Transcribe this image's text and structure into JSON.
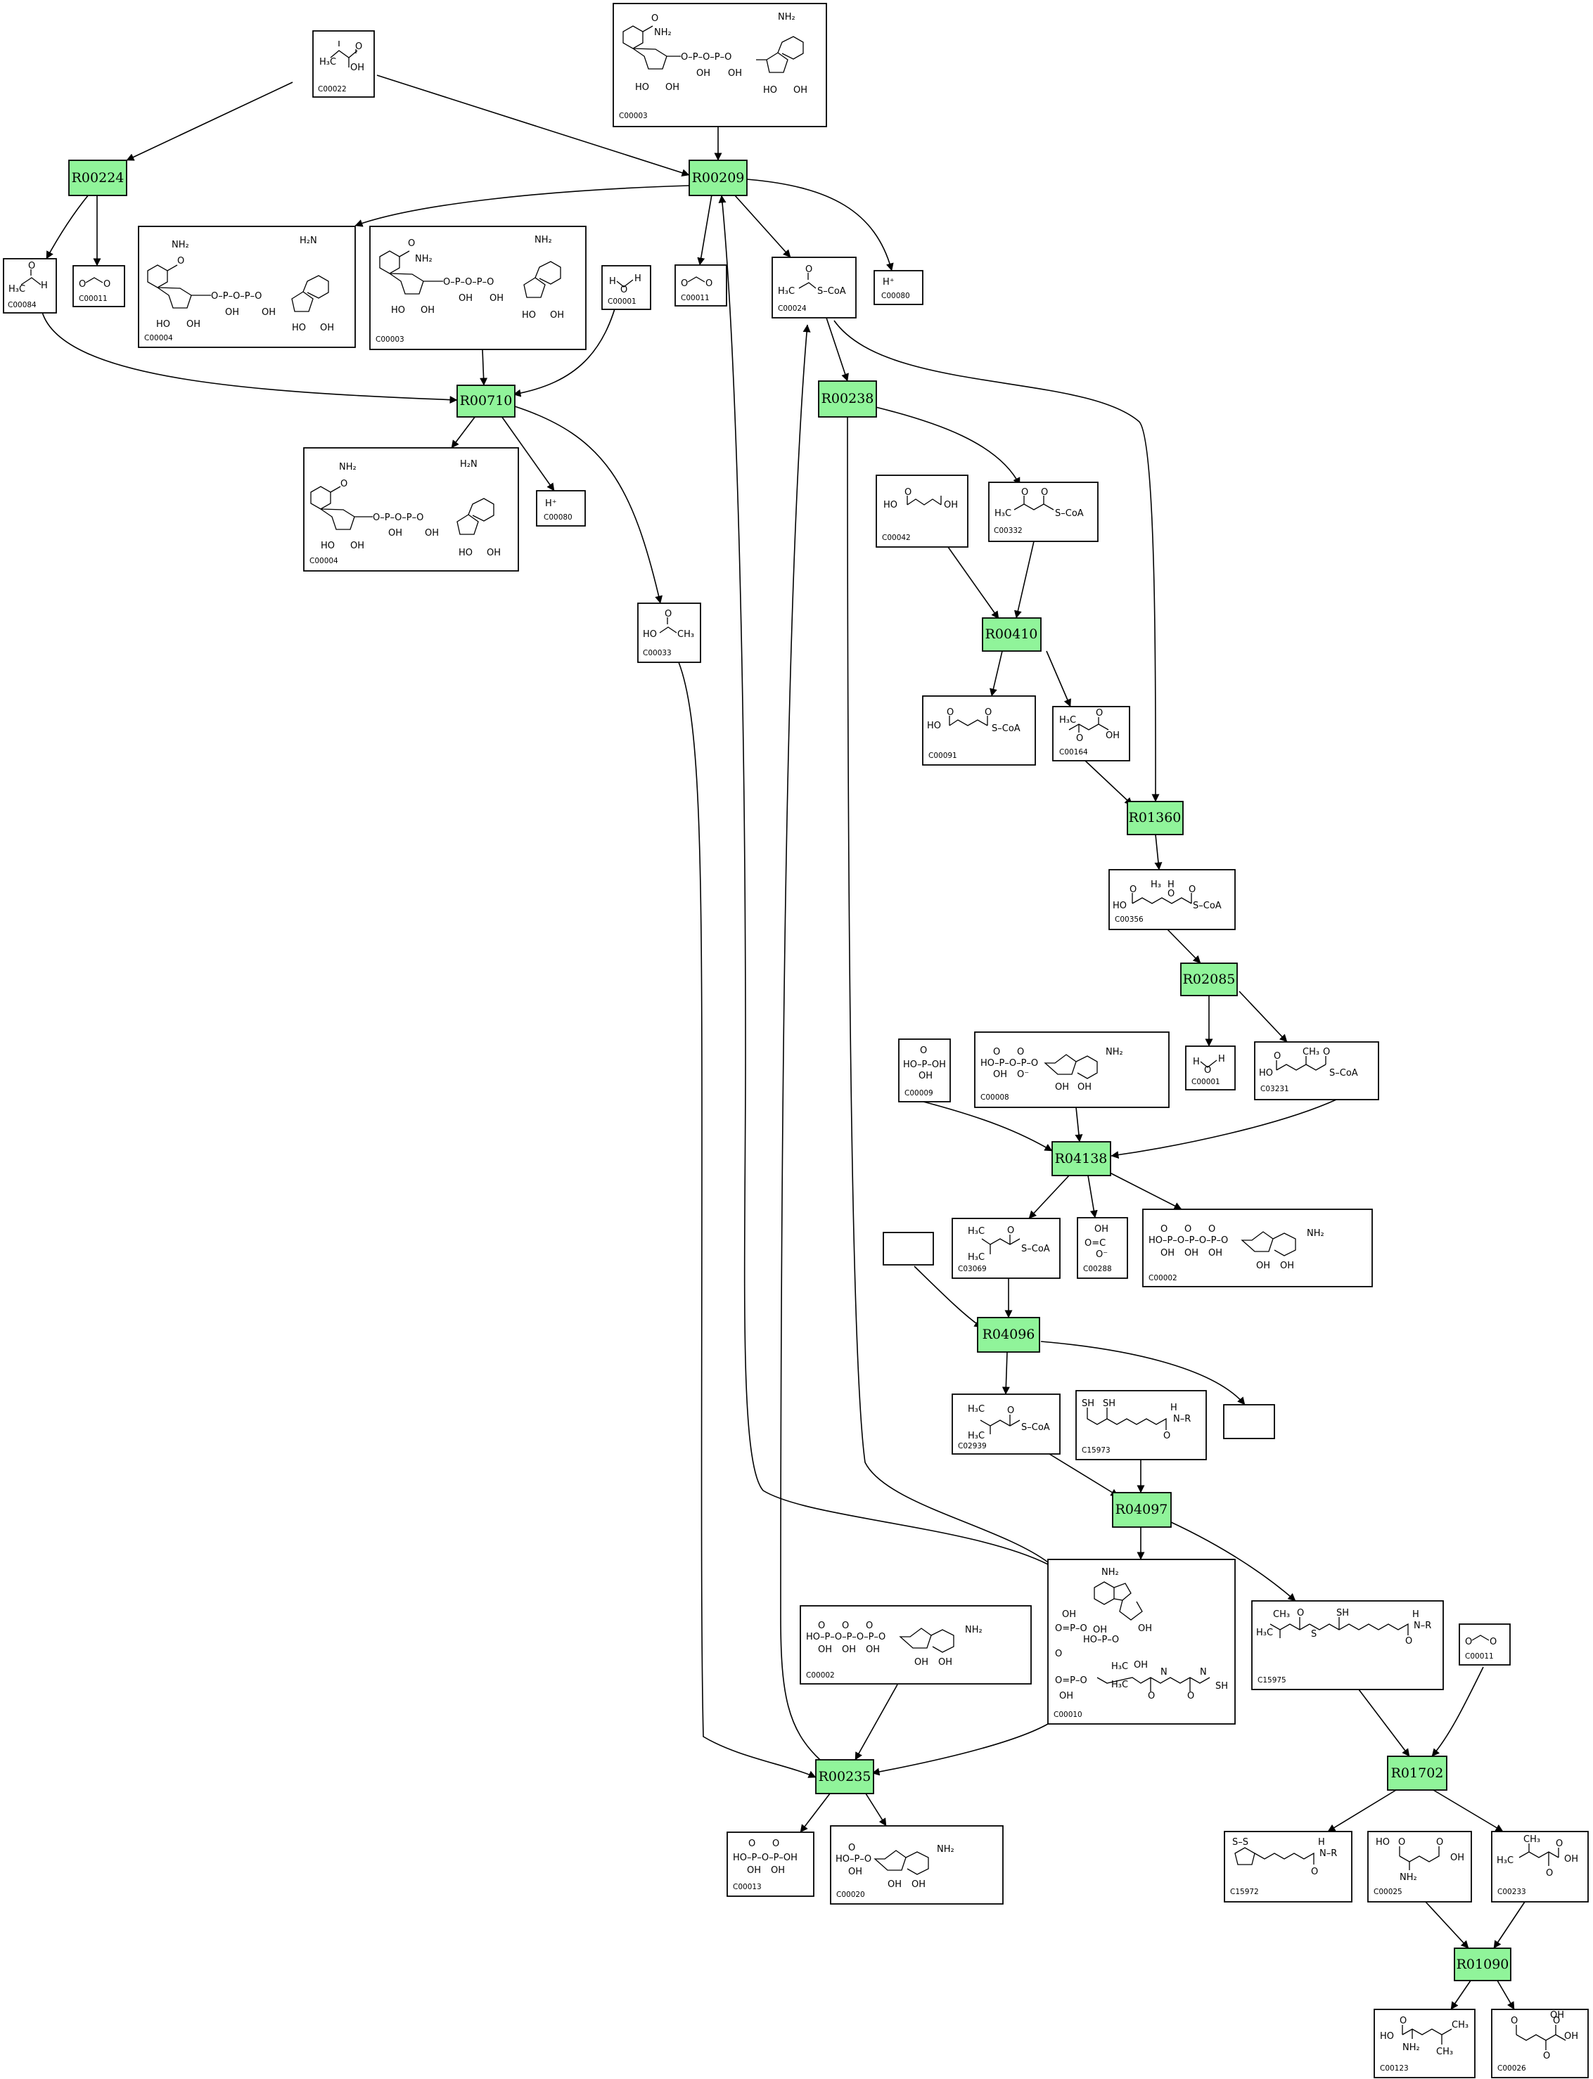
{
  "diagram": {
    "reactions": [
      {
        "id": "R00209",
        "label": "R00209"
      },
      {
        "id": "R00224",
        "label": "R00224"
      },
      {
        "id": "R00710",
        "label": "R00710"
      },
      {
        "id": "R00238",
        "label": "R00238"
      },
      {
        "id": "R00410",
        "label": "R00410"
      },
      {
        "id": "R01360",
        "label": "R01360"
      },
      {
        "id": "R02085",
        "label": "R02085"
      },
      {
        "id": "R04138",
        "label": "R04138"
      },
      {
        "id": "R04096",
        "label": "R04096"
      },
      {
        "id": "R04097",
        "label": "R04097"
      },
      {
        "id": "R00235",
        "label": "R00235"
      },
      {
        "id": "R01702",
        "label": "R01702"
      },
      {
        "id": "R01090",
        "label": "R01090"
      }
    ],
    "compounds": [
      {
        "id": "c00022",
        "label": "C00022",
        "structure": "pyruvate"
      },
      {
        "id": "c00003a",
        "label": "C00003",
        "structure": "nad"
      },
      {
        "id": "c00084",
        "label": "C00084",
        "structure": "acetaldehyde"
      },
      {
        "id": "c00011a",
        "label": "C00011",
        "structure": "co2"
      },
      {
        "id": "c00004a",
        "label": "C00004",
        "structure": "nadh"
      },
      {
        "id": "c00003b",
        "label": "C00003",
        "structure": "nad"
      },
      {
        "id": "c00001a",
        "label": "C00001",
        "structure": "water"
      },
      {
        "id": "c00011b",
        "label": "C00011",
        "structure": "co2"
      },
      {
        "id": "c00024",
        "label": "C00024",
        "structure": "acetyl-coa"
      },
      {
        "id": "c00080a",
        "label": "C00080",
        "structure": "proton"
      },
      {
        "id": "c00004b",
        "label": "C00004",
        "structure": "nadh"
      },
      {
        "id": "c00080b",
        "label": "C00080",
        "structure": "proton"
      },
      {
        "id": "c00033",
        "label": "C00033",
        "structure": "acetate"
      },
      {
        "id": "c00042",
        "label": "C00042",
        "structure": "succinate"
      },
      {
        "id": "c00332",
        "label": "C00332",
        "structure": "acetoacetyl-coa"
      },
      {
        "id": "c00091",
        "label": "C00091",
        "structure": "succinyl-coa"
      },
      {
        "id": "c00164",
        "label": "C00164",
        "structure": "acetoacetate"
      },
      {
        "id": "c00356",
        "label": "C00356",
        "structure": "hmg-coa"
      },
      {
        "id": "c00001b",
        "label": "C00001",
        "structure": "water"
      },
      {
        "id": "c03231",
        "label": "C03231",
        "structure": "methylglutaconyl-coa"
      },
      {
        "id": "c00009",
        "label": "C00009",
        "structure": "phosphate"
      },
      {
        "id": "c00008",
        "label": "C00008",
        "structure": "adp"
      },
      {
        "id": "c03069",
        "label": "C03069",
        "structure": "methylcrotonyl-coa"
      },
      {
        "id": "c00288",
        "label": "C00288",
        "structure": "bicarbonate"
      },
      {
        "id": "c00002a",
        "label": "C00002",
        "structure": "atp"
      },
      {
        "id": "blank1",
        "label": "",
        "structure": "empty"
      },
      {
        "id": "c02939",
        "label": "C02939",
        "structure": "isovaleryl-coa"
      },
      {
        "id": "c15973",
        "label": "C15973",
        "structure": "dihydrolipoamide"
      },
      {
        "id": "blank2",
        "label": "",
        "structure": "empty"
      },
      {
        "id": "c00002b",
        "label": "C00002",
        "structure": "atp"
      },
      {
        "id": "c00010",
        "label": "C00010",
        "structure": "coa"
      },
      {
        "id": "c15975",
        "label": "C15975",
        "structure": "isovaleryl-dihydrolipoamide"
      },
      {
        "id": "c00011c",
        "label": "C00011",
        "structure": "co2"
      },
      {
        "id": "c00013",
        "label": "C00013",
        "structure": "pyrophosphate"
      },
      {
        "id": "c00020",
        "label": "C00020",
        "structure": "amp"
      },
      {
        "id": "c15972",
        "label": "C15972",
        "structure": "lipoamide"
      },
      {
        "id": "c00025",
        "label": "C00025",
        "structure": "glutamate"
      },
      {
        "id": "c00233",
        "label": "C00233",
        "structure": "ketoisocaproate"
      },
      {
        "id": "c00123",
        "label": "C00123",
        "structure": "leucine"
      },
      {
        "id": "c00026",
        "label": "C00026",
        "structure": "alpha-ketoglutarate"
      }
    ]
  }
}
